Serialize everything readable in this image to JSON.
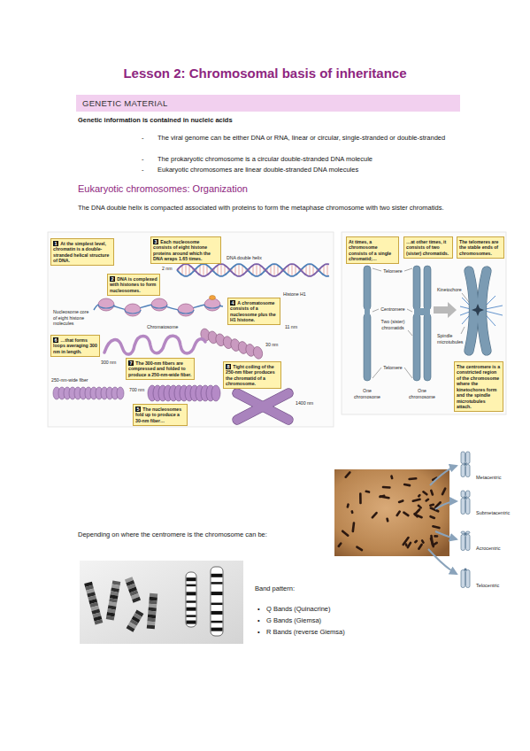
{
  "diagram": {
    "title": "Lesson 2: Chromosomal basis of inheritance",
    "nodes": [
      {
        "text": [
          "GENETIC MATERIAL"
        ]
      },
      {
        "text": [
          "1",
          "At the simplest level, chromatin is a double-stranded helical structure of DNA."
        ]
      },
      {
        "text": [
          "2",
          "DNA is complexed with histones to form nucleosomes."
        ]
      },
      {
        "text": [
          "3",
          "Each nucleosome consists of eight histone proteins around which the DNA wraps 1.65 times."
        ]
      },
      {
        "text": [
          "4",
          "A chromatosome consists of a nucleosome plus the H1 histone."
        ]
      },
      {
        "text": [
          "5",
          "The nucleosomes fold up to produce a 30-nm fiber…"
        ]
      },
      {
        "text": [
          "6",
          "…that forms loops averaging 300 nm in length."
        ]
      },
      {
        "text": [
          "7",
          "The 300-nm fibers are compressed and folded to produce a 250-nm-wide fiber."
        ]
      },
      {
        "text": [
          "8",
          "Tight coiling of the 250-nm fiber produces the chromatid of a chromosome."
        ]
      },
      {
        "text": [
          "At times, a chromosome consists of a single chromatid;…"
        ]
      },
      {
        "text": [
          "…at other times, it consists of two (sister) chromatids."
        ]
      },
      {
        "text": [
          "The telomeres are the stable ends of chromosomes."
        ]
      },
      {
        "text": [
          "The centromere is a constricted region of the chromosome where the kinetochores form and the spindle microtubules attach."
        ]
      }
    ],
    "labels": [
      "Genetic information is contained in nucleic acids",
      "-",
      "The viral genome can be either DNA or RNA, linear or circular, single-stranded or double-stranded",
      "-",
      "The prokaryotic chromosome is a circular double-stranded DNA molecule",
      "-",
      "Eukaryotic chromosomes are linear double-stranded DNA molecules",
      "Eukaryotic chromosomes: Organization",
      "The DNA double helix is compacted associated with proteins to form the metaphase chromosome with two sister chromatids.",
      "DNA double helix",
      "2 nm",
      "Histone H1",
      "11 nm",
      "Nucleosome core of eight histone molecules",
      "Chromatosome",
      "300 nm",
      "30 nm",
      "250-nm-wide fiber",
      "700 nm",
      "1400 nm",
      "Telomere",
      "Centromere",
      "Two (sister) chromatids",
      "Telomere",
      "One chromosome",
      "One chromosome",
      "Kinetochore",
      "Spindle microtubules",
      "Depending on where the centromere is the chromosome can be:",
      "Metacentric",
      "Submetacentric",
      "Acrocentric",
      "Telocentric",
      "Band pattern:",
      "•",
      "Q Bands (Quinacrine)",
      "•",
      "G Bands (Giemsa)",
      "•",
      "R Bands (reverse Giemsa)"
    ]
  }
}
